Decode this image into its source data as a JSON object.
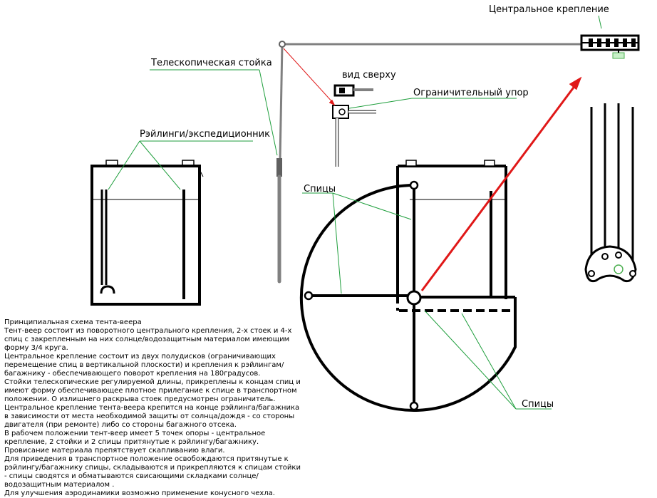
{
  "labels": {
    "central_mount": "Центральное крепление",
    "telescopic_post": "Телескопическая стойка",
    "top_view": "вид сверху",
    "limit_stop": "Ограничительный упор",
    "rails": "Рэйлинги/экспедиционник",
    "spokes_left": "Спицы",
    "spokes_bottom": "Спицы"
  },
  "description": [
    "Принципиальная схема тента-веера",
    "Тент-веер состоит из поворотного центрального крепления, 2-х стоек и 4-х спиц с закрепленным на них солнце/водозащитным материалом имеющим форму 3/4 круга.",
    "Центральное крепление состоит из двух полудисков (ограничивающих перемещение спиц в вертикальной плоскости) и крепления к рэйлингам/багажнику - обеспечивающего поворот крепления на 180градусов.",
    "Стойки телескопические регулируемой длины, прикреплены к концам спиц и имеют форму обеспечивающее плотное прилегание к спице в транспортном положении. О излишнего раскрыва стоек предусмотрен ограничитель.",
    "Центральное крепление тента-веера крепится на конце рэйлинга/багажника в зависимости от места необходимой защиты от солнца/дождя - со стороны двигателя (при ремонте) либо со стороны багажного отсека.",
    "В рабочем положении тент-веер имеет 5 точек опоры - центральное крепление, 2 стойки и 2 спицы притянутые к рэйлингу/багажнику. Провисание материала препятствует скапливанию влаги.",
    "Для приведения в транспортное положение освобождаются притянутые к рэйлингу/багажнику спицы, складываются и прикрепляются к спицам стойки - спицы сводятся и обматываются свисающими складками солнце/водозащитным материалом .",
    "Для улучшения аэродинамики возможно применение конусного чехла."
  ],
  "colors": {
    "line": "#000000",
    "post": "#808080",
    "leader": "#1e9e3c",
    "accent": "#e01818",
    "mount_detail": "#4caf50"
  }
}
